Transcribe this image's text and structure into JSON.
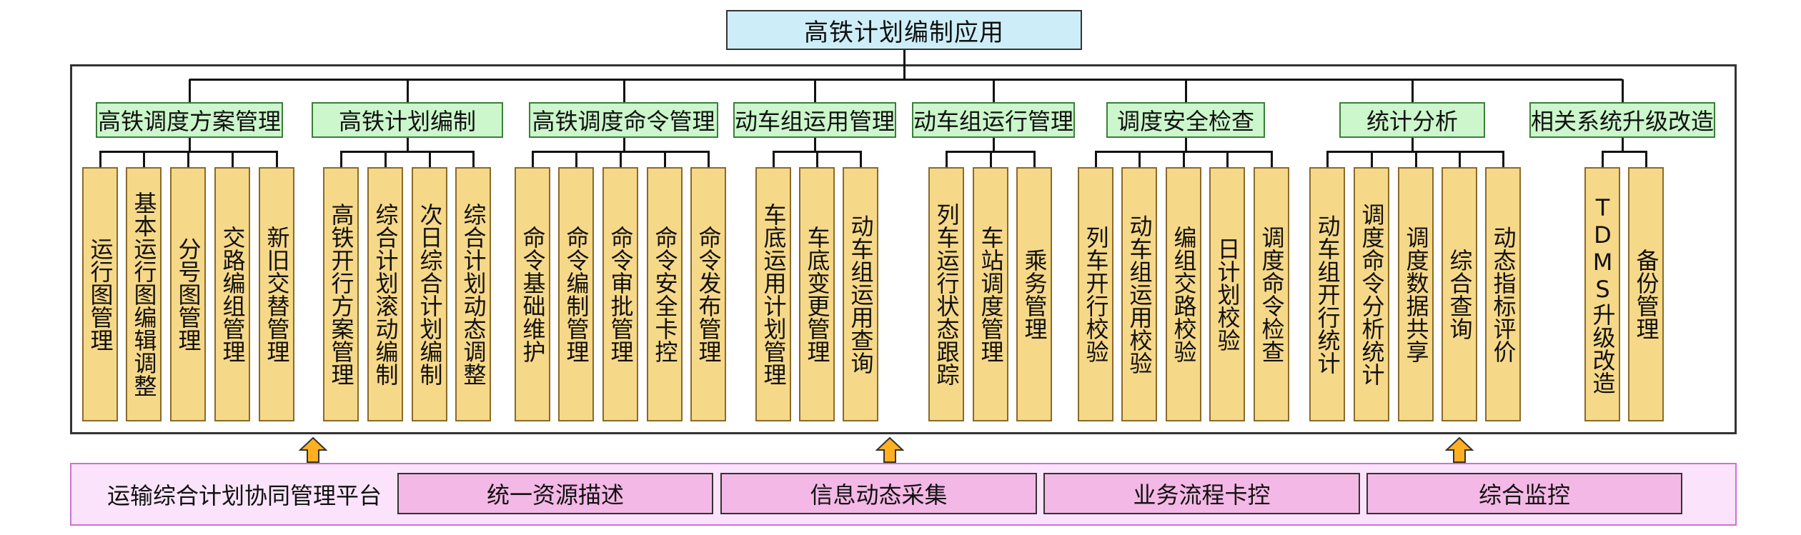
{
  "root": "高铁计划编制应用",
  "modules": [
    {
      "name": "高铁调度方案管理",
      "items": [
        "运行图管理",
        "基本运行图编辑调整",
        "分号图管理",
        "交路编组管理",
        "新旧交替管理"
      ]
    },
    {
      "name": "高铁计划编制",
      "items": [
        "高铁开行方案管理",
        "综合计划滚动编制",
        "次日综合计划编制",
        "综合计划动态调整"
      ]
    },
    {
      "name": "高铁调度命令管理",
      "items": [
        "命令基础维护",
        "命令编制管理",
        "命令审批管理",
        "命令安全卡控",
        "命令发布管理"
      ]
    },
    {
      "name": "动车组运用管理",
      "items": [
        "车底运用计划管理",
        "车底变更管理",
        "动车组运用查询"
      ]
    },
    {
      "name": "动车组运行管理",
      "items": [
        "列车运行状态跟踪",
        "车站调度管理",
        "乘务管理"
      ]
    },
    {
      "name": "调度安全检查",
      "items": [
        "列车开行校验",
        "动车组运用校验",
        "编组交路校验",
        "日计划校验",
        "调度命令检查"
      ]
    },
    {
      "name": "统计分析",
      "items": [
        "动车组开行统计",
        "调度命令分析统计",
        "调度数据共享",
        "综合查询",
        "动态指标评价"
      ]
    },
    {
      "name": "相关系统升级改造",
      "items": [
        "TDMS升级改造",
        "备份管理"
      ]
    }
  ],
  "platform": {
    "title": "运输综合计划协同管理平台",
    "cells": [
      "统一资源描述",
      "信息动态采集",
      "业务流程卡控",
      "综合监控"
    ]
  },
  "colors": {
    "root_fill": "#cdeef8",
    "module_fill": "#ccf6cc",
    "leaf_fill": "#f6d889",
    "platform_fill": "#fbe4fb",
    "platform_cell_fill": "#f4b8e6",
    "arrow_fill": "#ffb020"
  }
}
